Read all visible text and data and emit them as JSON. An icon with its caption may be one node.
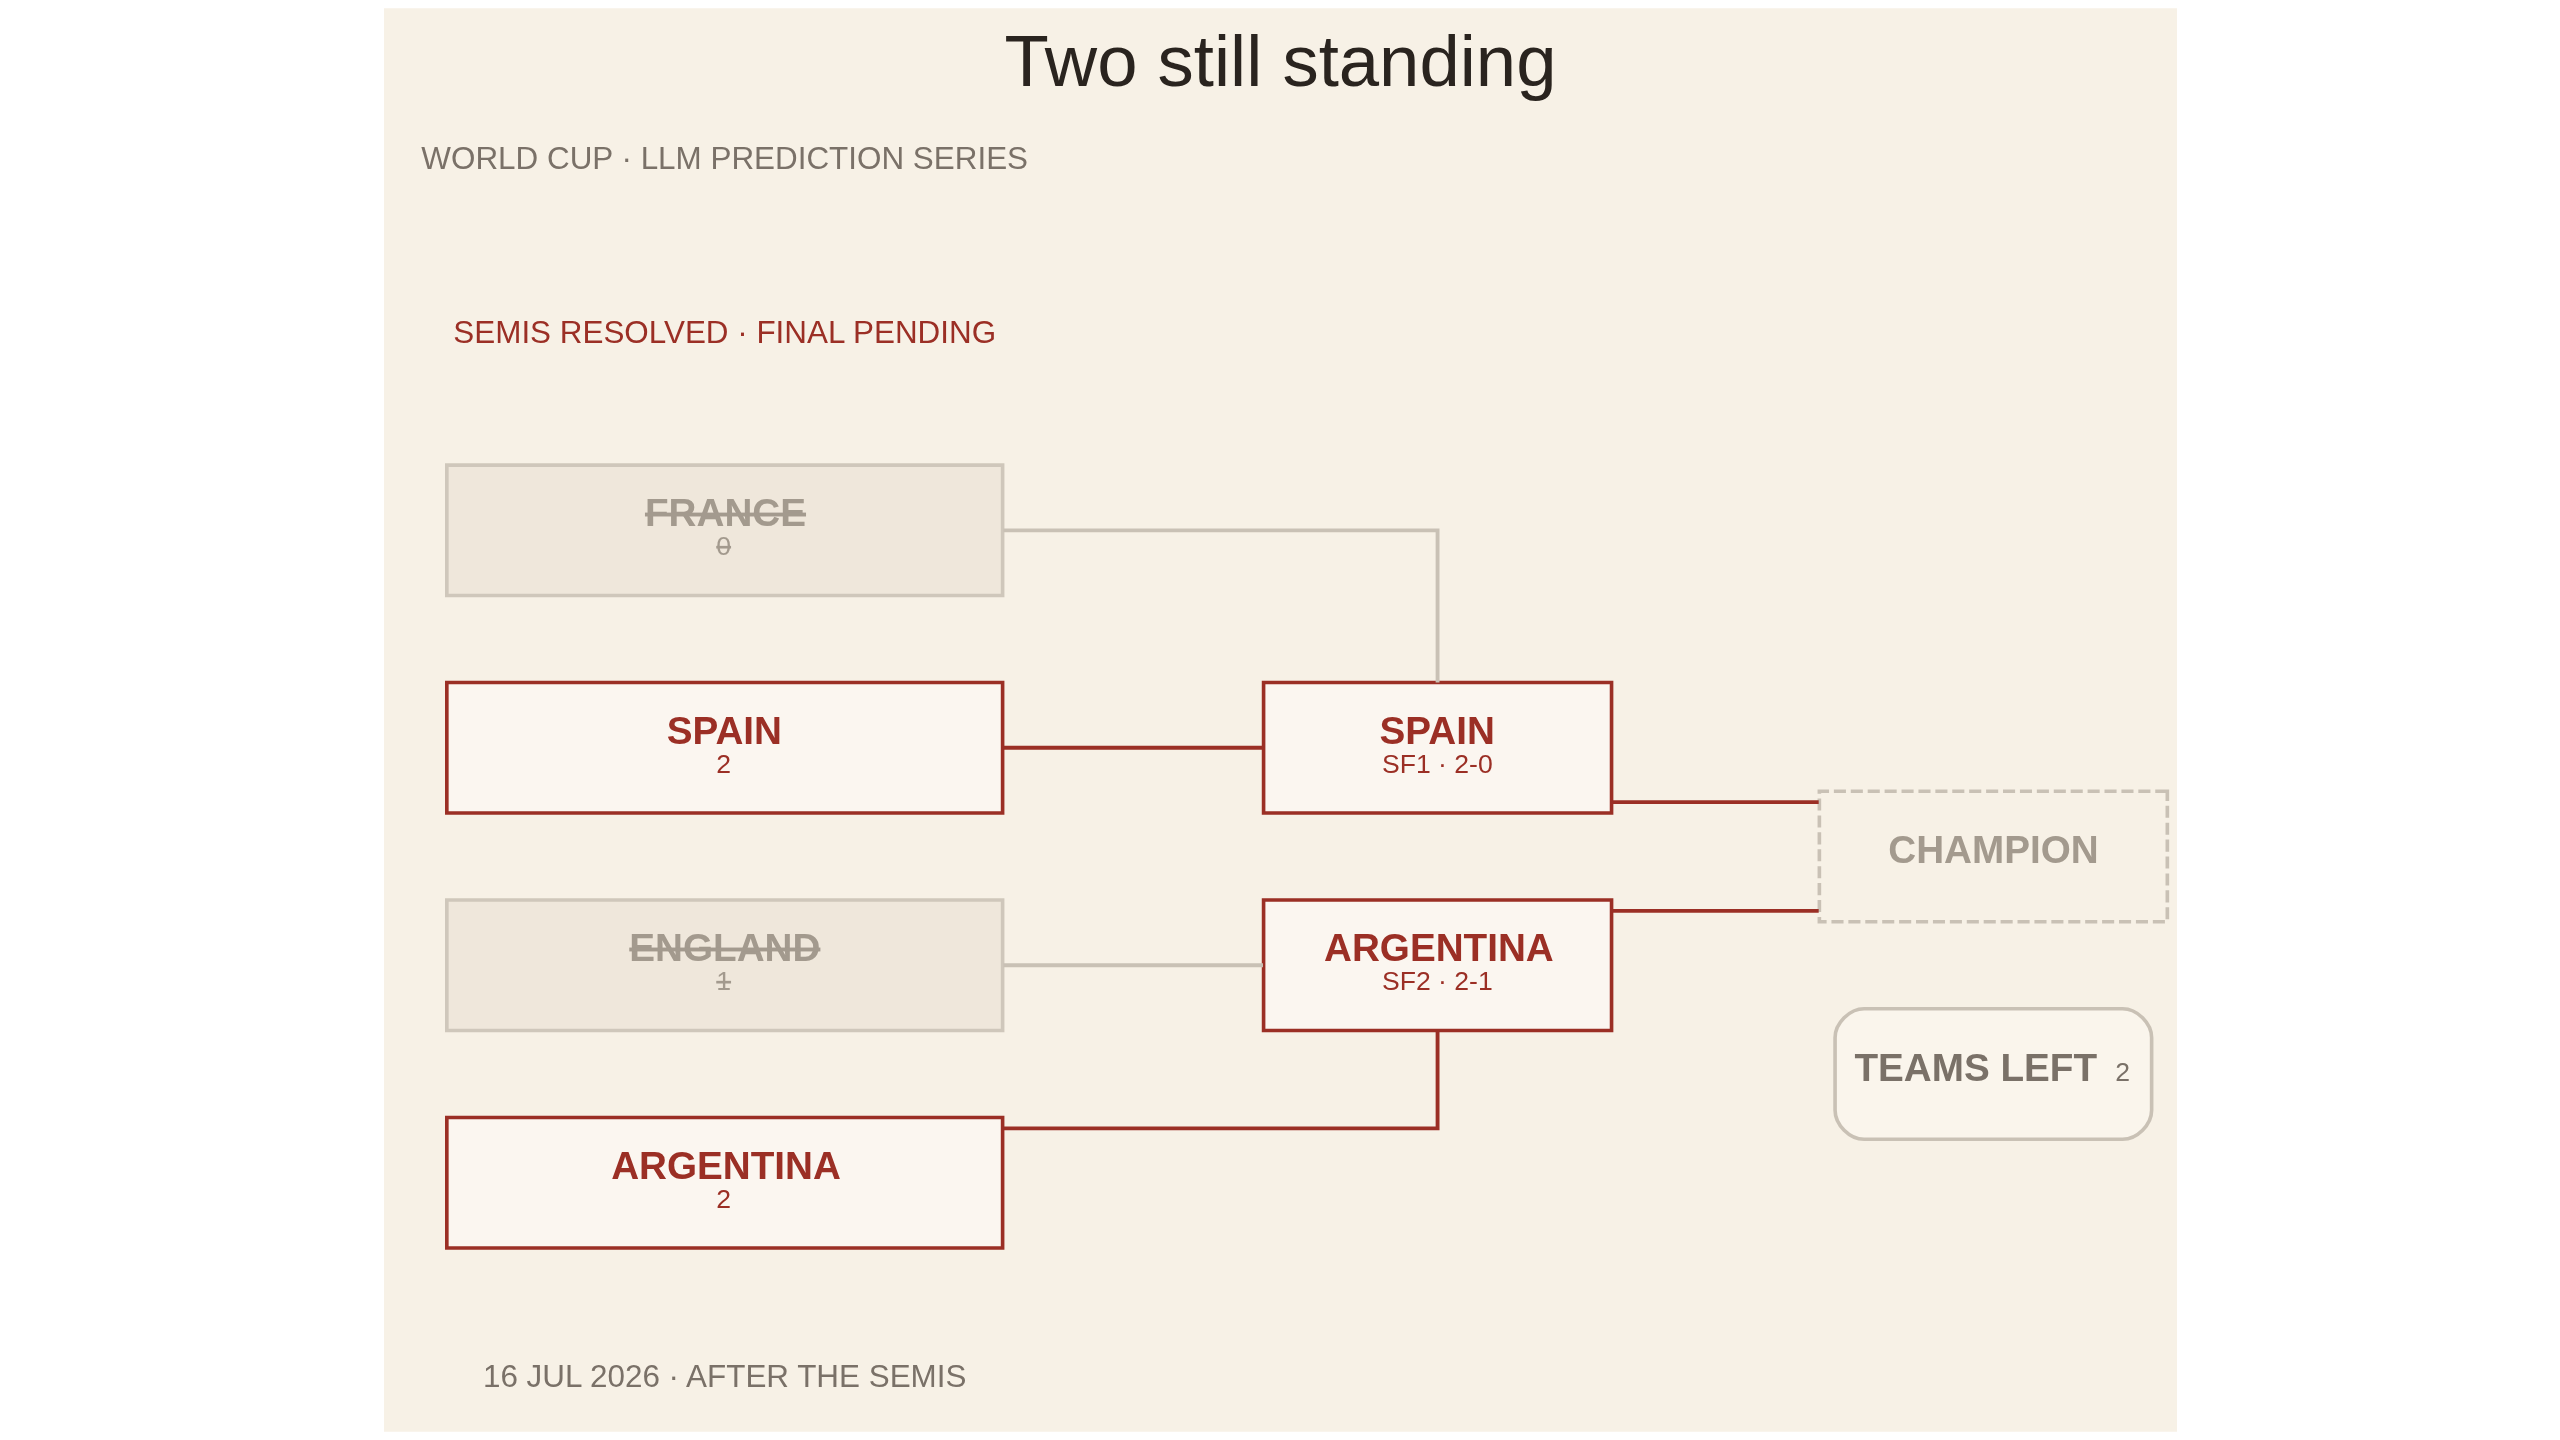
{
  "diagram": {
    "title": "Two still standing",
    "nodes": [
      {
        "text": [
          "FRANCE",
          "0"
        ]
      },
      {
        "text": [
          "SPAIN",
          "2"
        ]
      },
      {
        "text": [
          "ENGLAND",
          "1"
        ]
      },
      {
        "text": [
          "ARGENTINA",
          "2"
        ]
      },
      {
        "text": [
          "SPAIN",
          "SF1 · 2-0"
        ]
      },
      {
        "text": [
          "ARGENTINA",
          "SF2 · 2-1"
        ]
      },
      {
        "text": [
          "CHAMPION"
        ]
      },
      {
        "text": [
          "TEAMS LEFT",
          "2"
        ]
      }
    ],
    "edges": [
      {
        "from": 0,
        "to": 4,
        "arrow": "none",
        "color": "#c9c1b5"
      },
      {
        "from": 1,
        "to": 4,
        "arrow": "none"
      },
      {
        "from": 2,
        "to": 5,
        "arrow": "none",
        "color": "#c9c1b5"
      },
      {
        "from": 3,
        "to": 5,
        "arrow": "none"
      },
      {
        "from": 4,
        "to": 6,
        "arrow": "none"
      },
      {
        "from": 5,
        "to": 6,
        "arrow": "none"
      }
    ],
    "labels": [
      "WORLD CUP · LLM PREDICTION SERIES",
      "SEMIS RESOLVED · FINAL PENDING",
      "16 JUL 2026 · AFTER THE SEMIS"
    ]
  }
}
